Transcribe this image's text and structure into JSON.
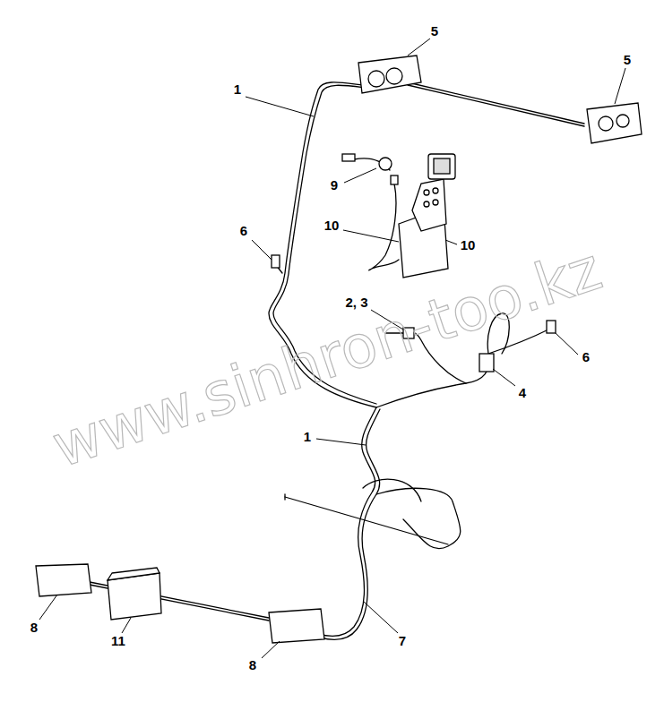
{
  "diagram": {
    "labels": [
      "1",
      "5",
      "5",
      "9",
      "10",
      "10",
      "6",
      "2, 3",
      "6",
      "4",
      "1",
      "7",
      "8",
      "11",
      "8",
      "www.sinhron-too.kz"
    ]
  }
}
